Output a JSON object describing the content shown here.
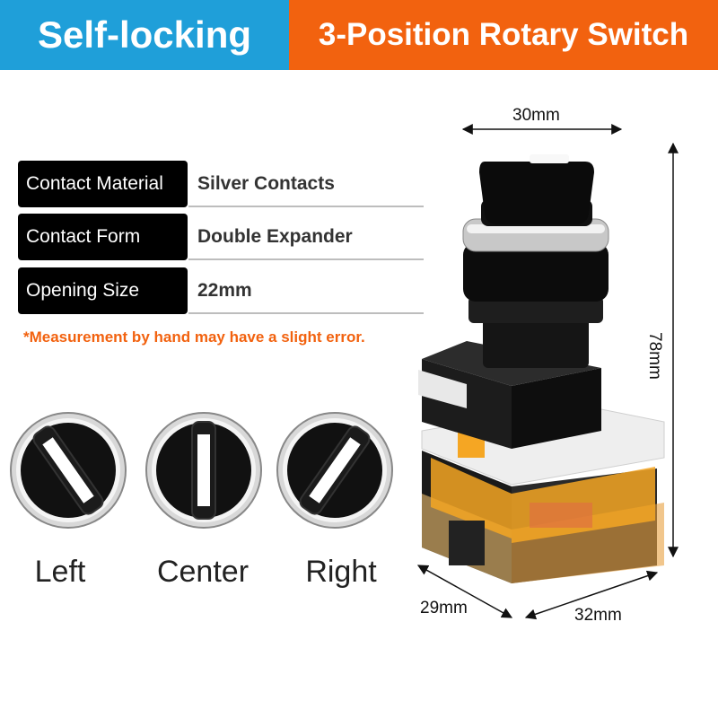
{
  "banner": {
    "left_title": "Self-locking",
    "right_title": "3-Position Rotary Switch",
    "left_color": "#1f9fd9",
    "right_color": "#f2620f"
  },
  "specs": [
    {
      "label": "Contact Material",
      "value": "Silver Contacts"
    },
    {
      "label": "Contact Form",
      "value": "Double Expander"
    },
    {
      "label": "Opening Size",
      "value": "22mm"
    }
  ],
  "note": "*Measurement by hand may have a slight error.",
  "positions": [
    {
      "label": "Left"
    },
    {
      "label": "Center"
    },
    {
      "label": "Right"
    }
  ],
  "dimensions": {
    "width_top": "30mm",
    "height": "78mm",
    "depth": "29mm",
    "width_bottom": "32mm"
  }
}
